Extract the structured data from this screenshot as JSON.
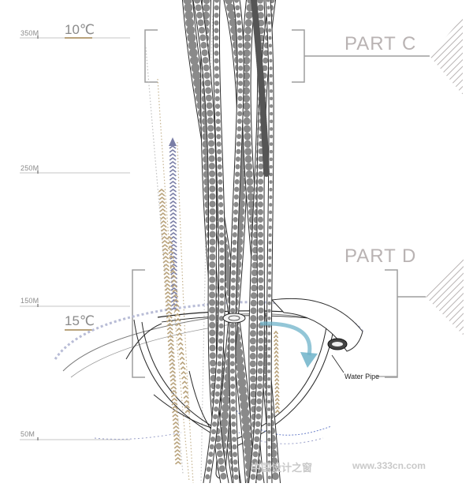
{
  "altitudes": [
    "350M",
    "250M",
    "150M",
    "50M"
  ],
  "temperatures": [
    "10℃",
    "15℃"
  ],
  "parts": [
    "PART C",
    "PART D"
  ],
  "callouts": {
    "water_pipe": "Water Pipe"
  },
  "watermark": {
    "cn": "中国设计之窗",
    "url": "www.333cn.com"
  },
  "colors": {
    "line": "#2b2b2b",
    "guide": "#bdbdbd",
    "bracket": "#9e9e9e",
    "part_text": "#b9b3b3",
    "arrow_up_dark": "#7a7ea6",
    "arrow_tan": "#b9a37c",
    "flow_arrow": "#6fb3c9",
    "hatch": "#b8b3b3"
  },
  "icons": [
    "hatch-triangle-icon",
    "curved-flow-arrow-icon",
    "chevron-arrow-icon"
  ]
}
